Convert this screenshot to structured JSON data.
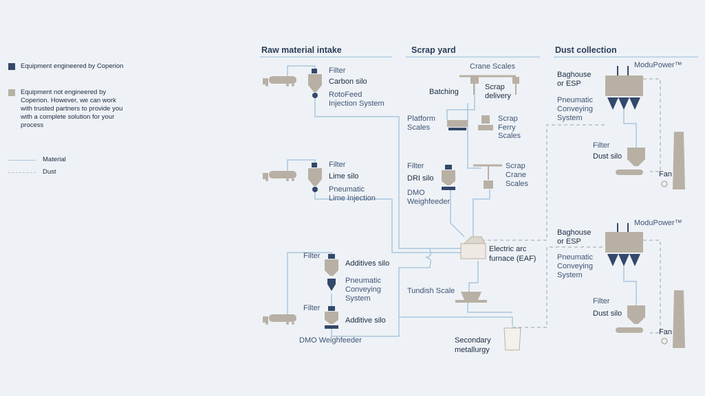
{
  "legend": {
    "coperion_label": "Equipment engineered by Coperion",
    "partner_label": "Equipment not engineered by Coperion. However, we can work with trusted partners to provide you with a complete solution for your process",
    "material_label": "Material",
    "dust_label": "Dust",
    "colors": {
      "coperion": "#33486a",
      "partner": "#b8b0a4",
      "material": "#a9c6dd",
      "dust": "#b5bcc4"
    }
  },
  "sections": {
    "raw_material": "Raw material intake",
    "scrap_yard": "Scrap yard",
    "dust_collection": "Dust collection"
  },
  "labels": {
    "filter": "Filter",
    "carbon_silo": "Carbon silo",
    "rotofeed": [
      "RotoFeed",
      "Injection System"
    ],
    "lime_silo": "Lime silo",
    "pneumatic_lime": [
      "Pneumatic",
      "Lime Injection"
    ],
    "additives_silo": "Additives silo",
    "pneumatic_conveying": [
      "Pneumatic",
      "Conveying",
      "System"
    ],
    "additive_silo": "Additive silo",
    "dmo_weighfeeder": "DMO Weighfeeder",
    "crane_scales": "Crane Scales",
    "batching": "Batching",
    "scrap_delivery": [
      "Scrap",
      "delivery"
    ],
    "platform_scales": [
      "Platform",
      "Scales"
    ],
    "scrap_ferry": [
      "Scrap",
      "Ferry",
      "Scales"
    ],
    "dri_silo": "DRI silo",
    "dmo_weighfeeder_2": [
      "DMO",
      "Weighfeeder"
    ],
    "scrap_crane": [
      "Scrap",
      "Crane",
      "Scales"
    ],
    "eaf": [
      "Electric arc",
      "furnace (EAF)"
    ],
    "tundish": "Tundish Scale",
    "secondary": [
      "Secondary",
      "metallurgy"
    ],
    "baghouse": [
      "Baghouse",
      "or ESP"
    ],
    "modupower": "ModuPower™",
    "dust_silo": "Dust silo",
    "fan": "Fan"
  }
}
